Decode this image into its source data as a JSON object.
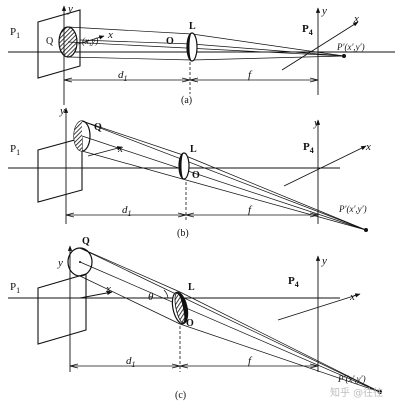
{
  "panels": [
    {
      "caption": "(a)",
      "labels": {
        "p1": "P",
        "p1_sub": "1",
        "p4": "P",
        "p4_sub": "4",
        "Q": "Q",
        "O": "O",
        "L": "L",
        "x_left": "x",
        "y_left": "y",
        "y_right": "y",
        "x_right": "x",
        "point": "P′(x′,y′)",
        "xy_obj": "(x,y)",
        "d1": "d",
        "d1_sub": "1",
        "f": "f"
      }
    },
    {
      "caption": "(b)",
      "labels": {
        "p1": "P",
        "p1_sub": "1",
        "p4": "P",
        "p4_sub": "4",
        "Q": "Q",
        "O": "O",
        "L": "L",
        "x_left": "x",
        "y_left": "y",
        "y_right": "y",
        "x_right": "x",
        "point": "P′(x′,y′)",
        "d1": "d",
        "d1_sub": "1",
        "f": "f"
      }
    },
    {
      "caption": "(c)",
      "labels": {
        "p1": "P",
        "p1_sub": "1",
        "p4": "P",
        "p4_sub": "4",
        "Q": "Q",
        "O": "O",
        "L": "L",
        "x_left": "x",
        "y_left": "y",
        "y_right": "y",
        "x_right": "x",
        "theta": "θ",
        "point": "P′(x′,y′)",
        "d1": "d",
        "d1_sub": "1",
        "f": "f"
      }
    }
  ],
  "watermark": "知乎 @往往"
}
